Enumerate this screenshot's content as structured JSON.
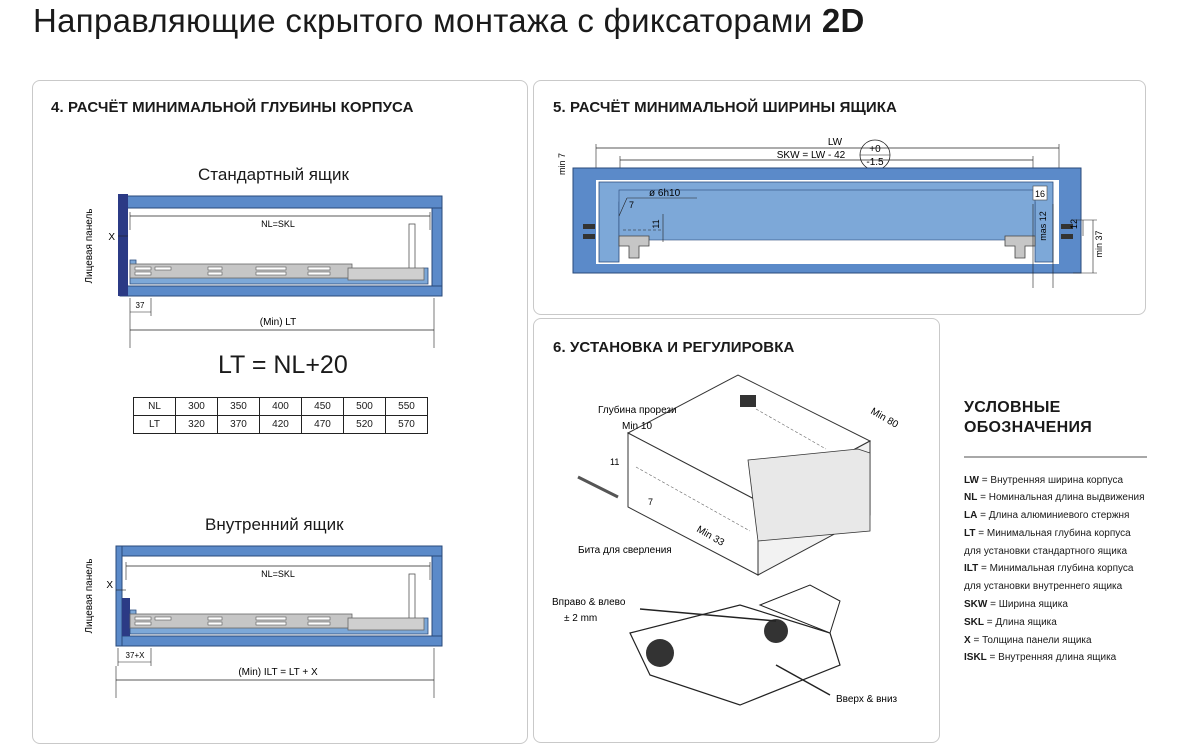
{
  "page": {
    "title_main": "Направляющие скрытого монтажа с фиксаторами",
    "title_bold": "2D"
  },
  "panel4": {
    "heading": "4. РАСЧЁТ МИНИМАЛЬНОЙ ГЛУБИНЫ КОРПУСА",
    "standard": {
      "caption": "Стандартный ящик",
      "side_label": "Лицевая панель",
      "x_label": "X",
      "nl_label": "NL=SKL",
      "offset_label": "37",
      "depth_label": "(Min) LT"
    },
    "formula": "LT = NL+20",
    "table": [
      [
        "NL",
        "300",
        "350",
        "400",
        "450",
        "500",
        "550"
      ],
      [
        "LT",
        "320",
        "370",
        "420",
        "470",
        "520",
        "570"
      ]
    ],
    "inner": {
      "caption": "Внутренний ящик",
      "side_label": "Лицевая панель",
      "x_label": "X",
      "nl_label": "NL=SKL",
      "offset_label": "37+X",
      "depth_label": "(Min) ILT = LT + X"
    }
  },
  "panel5": {
    "heading": "5. РАСЧЁТ МИНИМАЛЬНОЙ ШИРИНЫ ЯЩИКА",
    "lw": "LW",
    "skw": "SKW = LW - 42",
    "tol_plus": "+0",
    "tol_minus": "-1.5",
    "min7": "min 7",
    "hole": "ø 6h10",
    "dim7": "7",
    "dim11": "11",
    "dim16": "16",
    "mas12": "mas 12",
    "dim12": "12",
    "min37": "min 37"
  },
  "panel6": {
    "heading": "6. УСТАНОВКА И РЕГУЛИРОВКА",
    "depth_line1": "Глубина прорези",
    "depth_line2": "Min 10",
    "dim11": "11",
    "dim7": "7",
    "min33": "Min 33",
    "min80": "Min 80",
    "bit": "Бита для сверления",
    "lr_line1": "Вправо & влево",
    "lr_line2": "± 2 mm",
    "ud": "Вверх & вниз"
  },
  "legend": {
    "title_line1": "УСЛОВНЫЕ",
    "title_line2": "ОБОЗНАЧЕНИЯ",
    "items": [
      {
        "key": "LW",
        "text": " = Внутренняя ширина корпуса"
      },
      {
        "key": "NL",
        "text": " = Номинальная длина выдвижения"
      },
      {
        "key": "LA",
        "text": " = Длина алюминиевого стержня"
      },
      {
        "key": "LT",
        "text": " = Минимальная глубина корпуса"
      },
      {
        "key": "",
        "text": "для установки стандартного ящика"
      },
      {
        "key": "ILT",
        "text": " = Минимальная глубина корпуса"
      },
      {
        "key": "",
        "text": "для установки внутреннего ящика"
      },
      {
        "key": "SKW",
        "text": " = Ширина ящика"
      },
      {
        "key": "SKL",
        "text": " = Длина ящика"
      },
      {
        "key": "X",
        "text": " = Толщина панели ящика"
      },
      {
        "key": "ISKL",
        "text": " = Внутренняя длина ящика"
      }
    ]
  },
  "colors": {
    "cabinet_blue": "#5b8ac9",
    "drawer_blue": "#7da8d8",
    "front_navy": "#2b3a85",
    "rail_gray": "#c6c6c6"
  }
}
